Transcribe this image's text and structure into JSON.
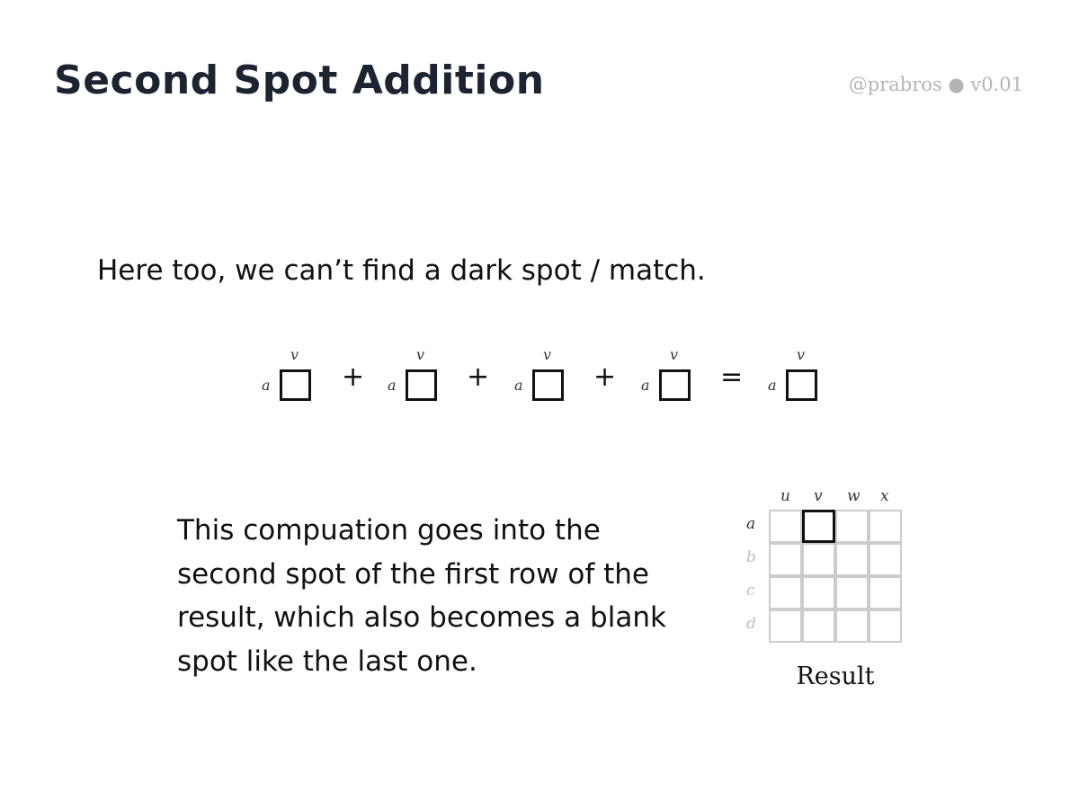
{
  "header": {
    "title": "Second Spot Addition",
    "credit": "@prabros ● v0.01"
  },
  "intro_text": "Here too, we can’t find a dark spot / match.",
  "equation": {
    "terms": [
      {
        "row_label": "a",
        "col_label": "v"
      },
      {
        "row_label": "a",
        "col_label": "v"
      },
      {
        "row_label": "a",
        "col_label": "v"
      },
      {
        "row_label": "a",
        "col_label": "v"
      },
      {
        "row_label": "a",
        "col_label": "v"
      }
    ],
    "operators": [
      "+",
      "+",
      "+",
      "="
    ]
  },
  "description": "This compuation goes into the second spot of the first row of the result, which also becomes a blank spot like the last one.",
  "result_grid": {
    "columns": [
      "u",
      "v",
      "w",
      "x"
    ],
    "rows": [
      "a",
      "b",
      "c",
      "d"
    ],
    "highlight": {
      "row": 0,
      "col": 1
    },
    "caption": "Result"
  }
}
